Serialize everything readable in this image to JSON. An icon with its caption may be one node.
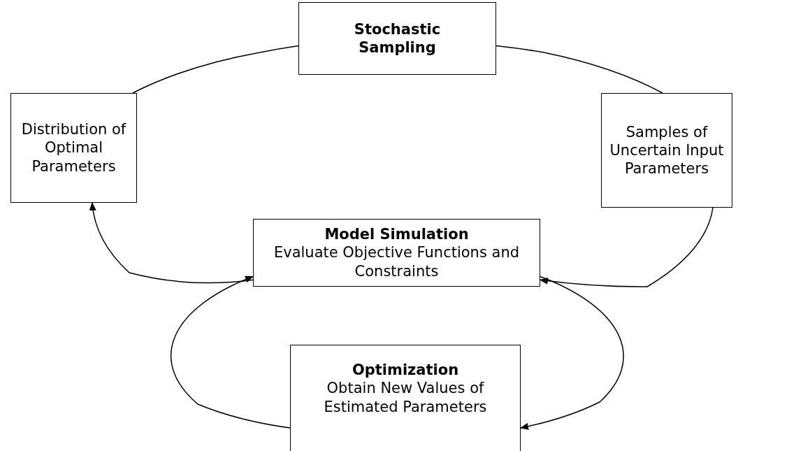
{
  "diagram": {
    "nodes": [
      {
        "text": [
          "Stochastic Sampling"
        ]
      },
      {
        "text": [
          "Distribution of Optimal Parameters"
        ]
      },
      {
        "text": [
          "Samples of Uncertain Input Parameters"
        ]
      },
      {
        "text": [
          "Model Simulation",
          "Evaluate Objective Functions and Constraints"
        ]
      },
      {
        "text": [
          "Optimization",
          "Obtain New Values of Estimated Parameters"
        ]
      }
    ],
    "edges": [
      {
        "from": 1,
        "to": 0,
        "arrow": "none"
      },
      {
        "from": 0,
        "to": 2,
        "arrow": "none"
      },
      {
        "from": 2,
        "to": 3,
        "arrow": "to"
      },
      {
        "from": 3,
        "to": 1,
        "arrow": "to"
      },
      {
        "from": 3,
        "to": 4,
        "arrow": "to"
      },
      {
        "from": 4,
        "to": 3,
        "arrow": "to"
      }
    ]
  }
}
